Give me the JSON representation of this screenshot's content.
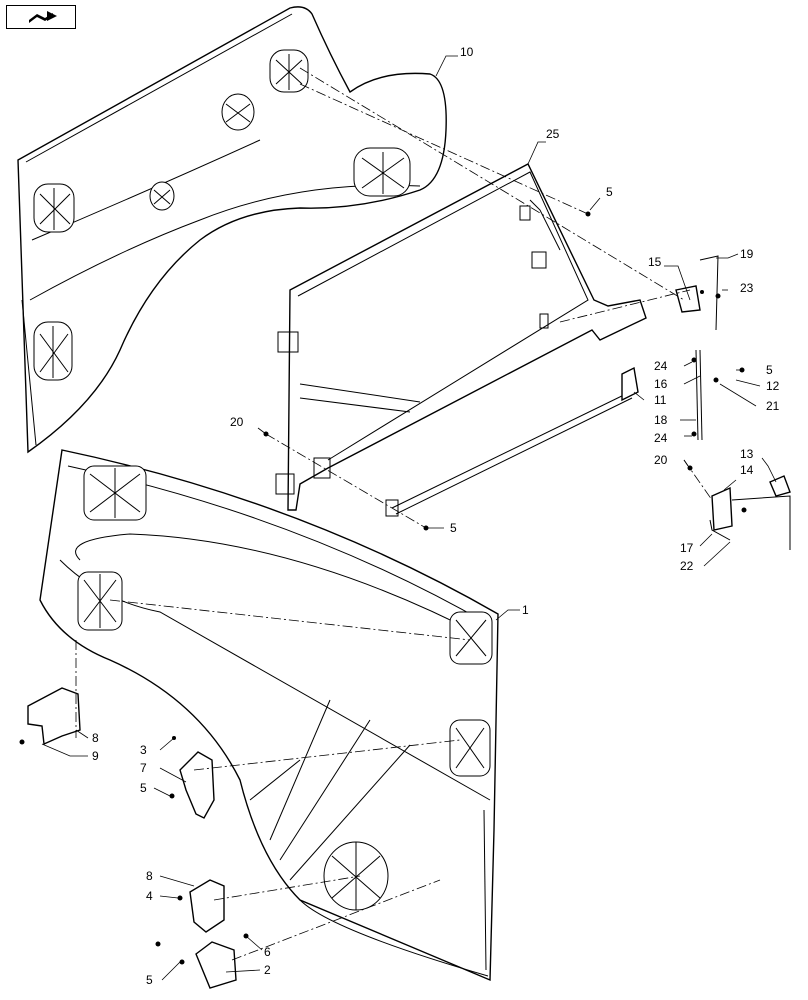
{
  "nav_icon": "book-arrow-icon",
  "callouts": [
    {
      "id": "c10",
      "text": "10"
    },
    {
      "id": "c25",
      "text": "25"
    },
    {
      "id": "c5a",
      "text": "5"
    },
    {
      "id": "c19",
      "text": "19"
    },
    {
      "id": "c15",
      "text": "15"
    },
    {
      "id": "c23",
      "text": "23"
    },
    {
      "id": "c24a",
      "text": "24"
    },
    {
      "id": "c5b",
      "text": "5"
    },
    {
      "id": "c16",
      "text": "16"
    },
    {
      "id": "c12",
      "text": "12"
    },
    {
      "id": "c11",
      "text": "11"
    },
    {
      "id": "c21",
      "text": "21"
    },
    {
      "id": "c18",
      "text": "18"
    },
    {
      "id": "c24b",
      "text": "24"
    },
    {
      "id": "c20a",
      "text": "20"
    },
    {
      "id": "c13",
      "text": "13"
    },
    {
      "id": "c20b",
      "text": "20"
    },
    {
      "id": "c14",
      "text": "14"
    },
    {
      "id": "c5c",
      "text": "5"
    },
    {
      "id": "c17",
      "text": "17"
    },
    {
      "id": "c22",
      "text": "22"
    },
    {
      "id": "c1",
      "text": "1"
    },
    {
      "id": "c8a",
      "text": "8"
    },
    {
      "id": "c9",
      "text": "9"
    },
    {
      "id": "c3",
      "text": "3"
    },
    {
      "id": "c7",
      "text": "7"
    },
    {
      "id": "c5d",
      "text": "5"
    },
    {
      "id": "c8b",
      "text": "8"
    },
    {
      "id": "c4",
      "text": "4"
    },
    {
      "id": "c6",
      "text": "6"
    },
    {
      "id": "c5e",
      "text": "5"
    },
    {
      "id": "c2",
      "text": "2"
    }
  ]
}
